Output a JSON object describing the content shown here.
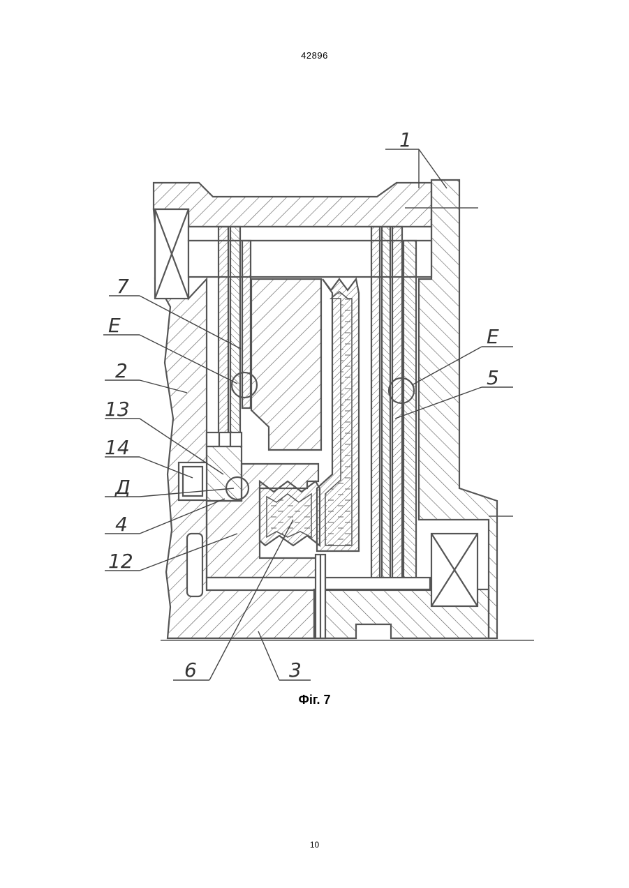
{
  "document": {
    "doc_number": "42896",
    "figure_caption": "Фіг. 7",
    "page_number": "10"
  },
  "labels": {
    "l1": "1",
    "l7": "7",
    "lE_left": "E",
    "l2": "2",
    "l13": "13",
    "l14": "14",
    "lD": "Д",
    "l4": "4",
    "l12": "12",
    "lE_right": "E",
    "l5": "5",
    "l6": "6",
    "l3": "3"
  }
}
